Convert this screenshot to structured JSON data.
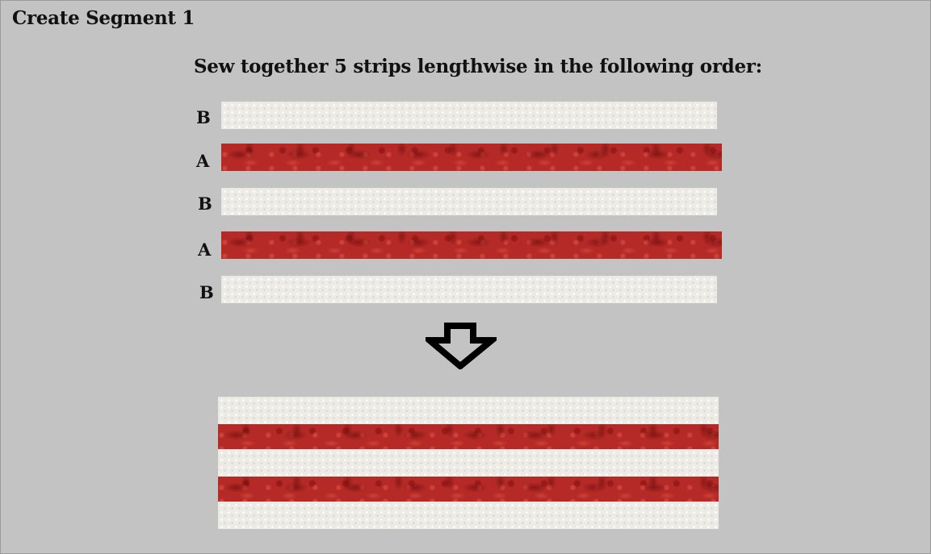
{
  "title": "Create Segment 1",
  "instruction": "Sew together 5 strips lengthwise in the following order:",
  "strips": [
    {
      "label": "B",
      "fabric": "cream"
    },
    {
      "label": "A",
      "fabric": "red"
    },
    {
      "label": "B",
      "fabric": "cream"
    },
    {
      "label": "A",
      "fabric": "red"
    },
    {
      "label": "B",
      "fabric": "cream"
    }
  ],
  "arrow_icon": "down-arrow-outline-icon",
  "colors": {
    "background": "#c3c3c3",
    "fabric_a": "#b52a26",
    "fabric_b": "#ecebe6",
    "text": "#111111"
  }
}
